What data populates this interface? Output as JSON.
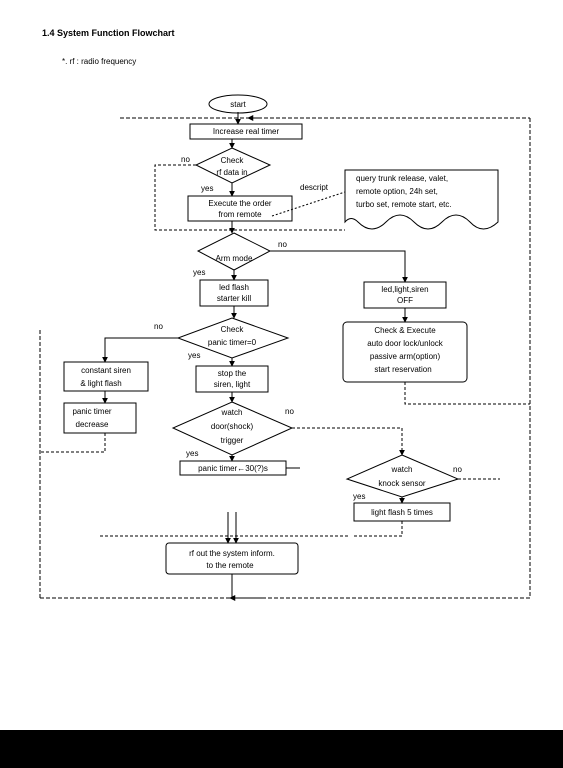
{
  "page": {
    "heading": "1.4 System Function Flowchart",
    "note": "*. rf : radio frequency"
  },
  "flowchart": {
    "start": "start",
    "increase_timer": "Increase real timer",
    "check_rf": [
      "Check",
      "rf data in"
    ],
    "execute_order": [
      "Execute the order",
      "from remote"
    ],
    "descript_label": "descript",
    "description": [
      "query trunk release, valet,",
      "remote option, 24h set,",
      "turbo set, remote start, etc."
    ],
    "arm_mode": "Arm mode",
    "led_flash": [
      "led flash",
      "starter kill"
    ],
    "led_light_off": [
      "led,light,siren",
      "OFF"
    ],
    "check_panic": [
      "Check",
      "panic timer=0"
    ],
    "check_execute": [
      "Check & Execute",
      "auto door lock/unlock",
      "passive arm(option)",
      "start reservation"
    ],
    "constant_siren": [
      "constant siren",
      "& light flash"
    ],
    "stop_siren": [
      "stop the",
      "siren, light"
    ],
    "panic_decrease": [
      "panic timer",
      "decrease"
    ],
    "watch_door": [
      "watch",
      "door(shock)",
      "trigger"
    ],
    "panic_set": "panic timer←30(?)s",
    "watch_knock": [
      "watch",
      "knock sensor"
    ],
    "light_flash_5": "light flash 5 times",
    "rf_out": [
      "rf out the system inform.",
      "to the remote"
    ],
    "labels": {
      "no": "no",
      "yes": "yes"
    }
  }
}
